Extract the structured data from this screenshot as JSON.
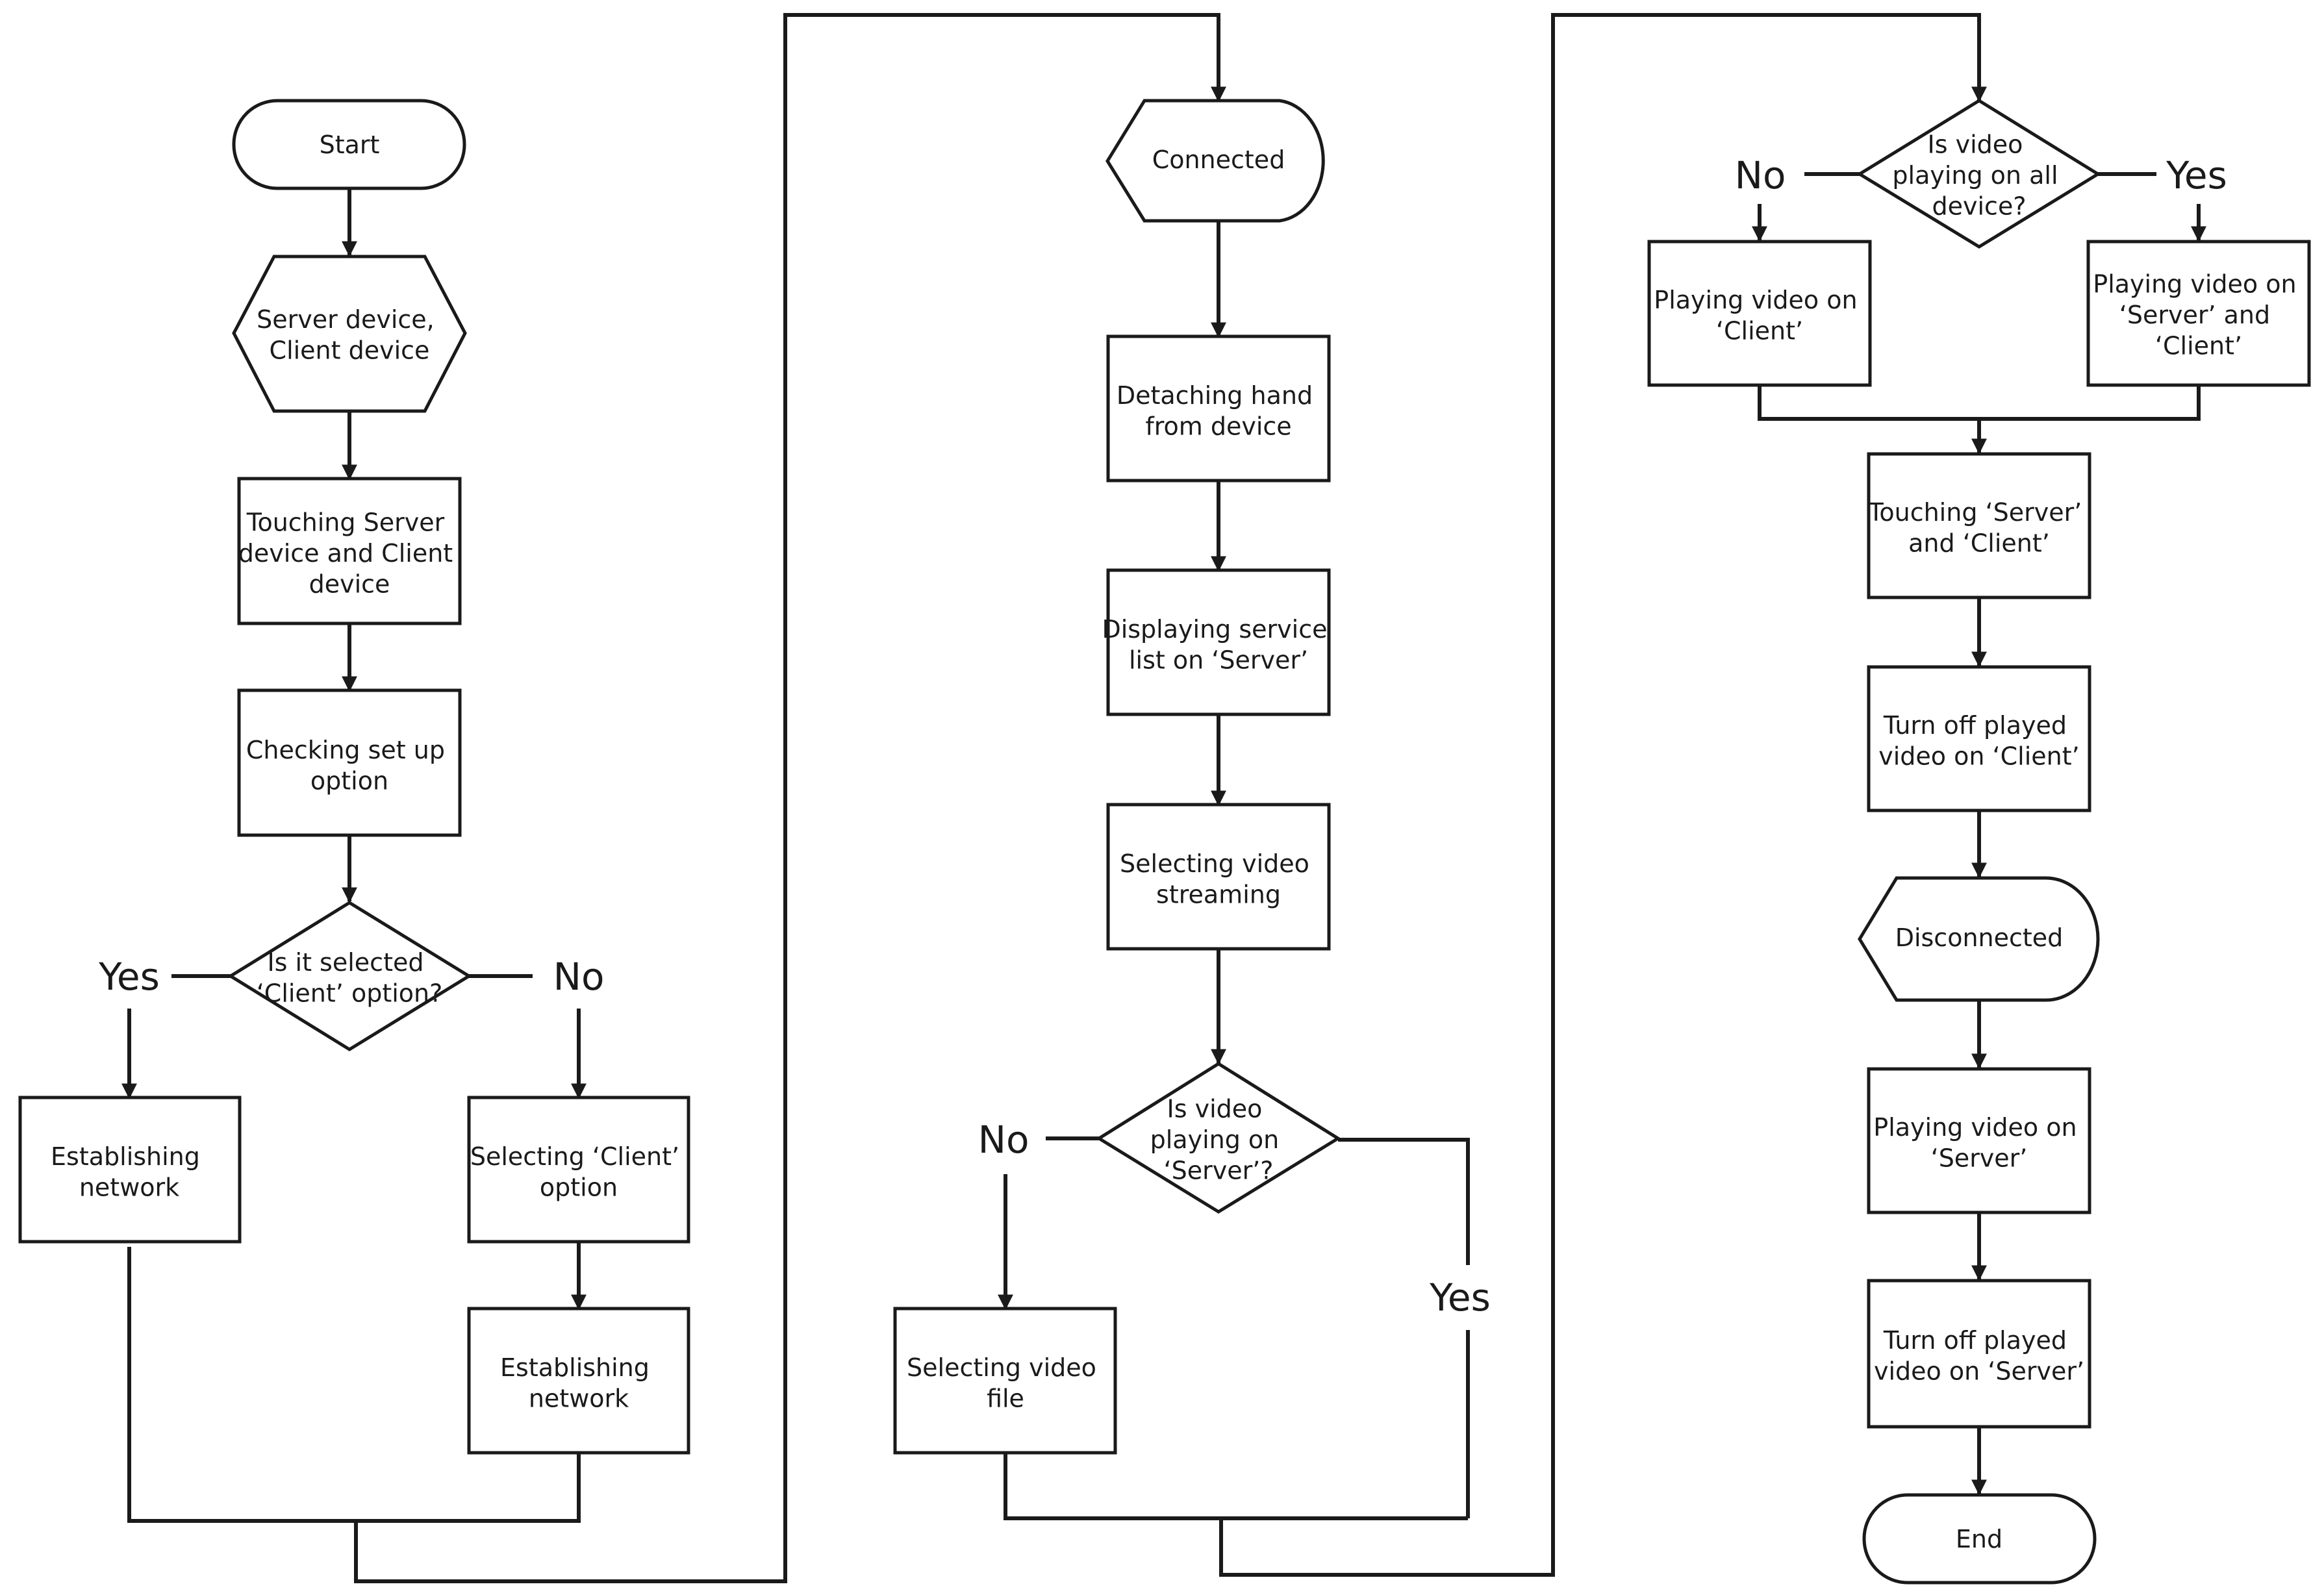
{
  "nodes": {
    "start": [
      "Start"
    ],
    "devices": [
      "Server device,",
      "Client device"
    ],
    "touching": [
      "Touching Server",
      "device and Client",
      "device"
    ],
    "checking": [
      "Checking set up",
      "option"
    ],
    "decision_client": [
      "Is it selected",
      "‘Client’ option?"
    ],
    "establishing_left": [
      "Establishing",
      "network"
    ],
    "selecting_client": [
      "Selecting ‘Client’",
      "option"
    ],
    "establishing_right": [
      "Establishing",
      "network"
    ],
    "connected": [
      "Connected"
    ],
    "detaching": [
      "Detaching hand",
      "from device"
    ],
    "displaying": [
      "Displaying service",
      "list on ‘Server’"
    ],
    "selecting_streaming": [
      "Selecting video",
      "streaming"
    ],
    "decision_server": [
      "Is video",
      "playing on",
      "‘Server’?"
    ],
    "selecting_file": [
      "Selecting video",
      "file"
    ],
    "decision_all": [
      "Is video",
      "playing on all",
      "device?"
    ],
    "playing_client": [
      "Playing video on",
      "‘Client’"
    ],
    "playing_server_client": [
      "Playing video on",
      "‘Server’ and",
      "‘Client’"
    ],
    "touching_sc": [
      "Touching ‘Server’",
      "and ‘Client’"
    ],
    "turnoff_client": [
      "Turn off played",
      "video on ‘Client’"
    ],
    "disconnected": [
      "Disconnected"
    ],
    "playing_server": [
      "Playing video on",
      "‘Server’"
    ],
    "turnoff_server": [
      "Turn off played",
      "video on ‘Server’"
    ],
    "end": [
      "End"
    ]
  },
  "labels": {
    "yes_1": "Yes",
    "no_1": "No",
    "no_2": "No",
    "yes_2": "Yes",
    "no_3": "No",
    "yes_3": "Yes"
  }
}
